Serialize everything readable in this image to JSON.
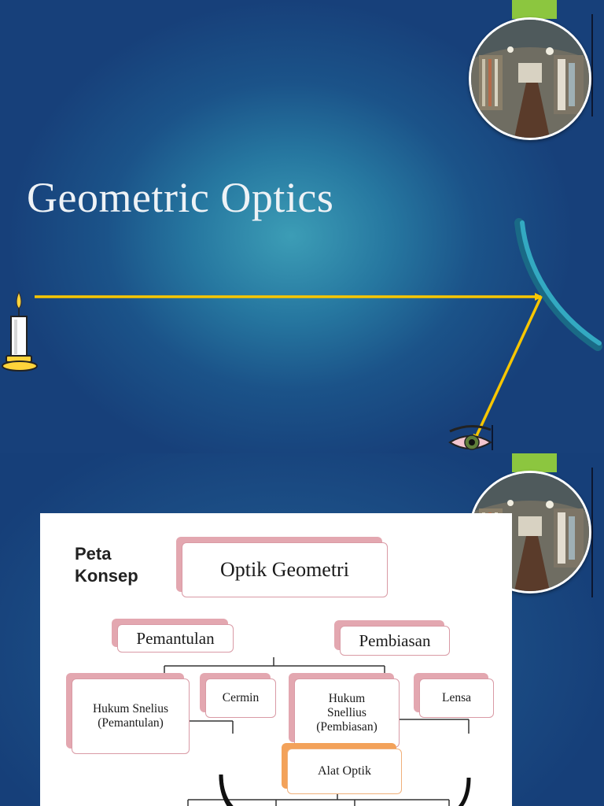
{
  "slide1": {
    "title": "Geometric Optics",
    "scene_icons": [
      "candle-icon",
      "curved-mirror-icon",
      "eye-icon",
      "porthole-photo"
    ],
    "colors": {
      "ray": "#f7c600",
      "accent_green": "#8cc63f",
      "mirror": "#33a9c1"
    }
  },
  "slide2": {
    "concept_map": {
      "heading": "Peta\nKonsep",
      "root": "Optik Geometri",
      "branches": [
        {
          "label": "Pemantulan",
          "children": [
            "Hukum Snelius\n(Pemantulan)",
            "Cermin"
          ]
        },
        {
          "label": "Pembiasan",
          "children": [
            "Hukum\nSnellius\n(Pembiasan)",
            "Lensa"
          ]
        }
      ],
      "merge": "Alat Optik"
    }
  }
}
